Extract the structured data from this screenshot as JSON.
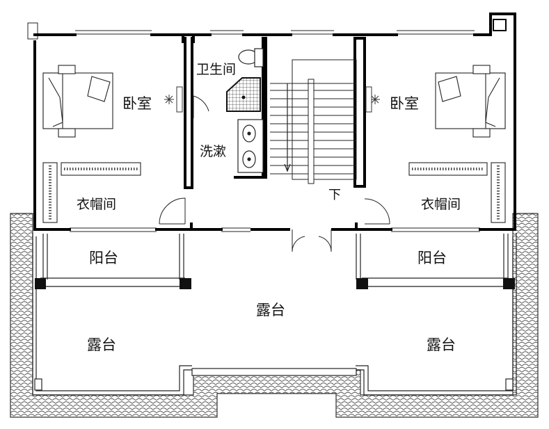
{
  "rooms": {
    "bedroom_left": "卧室",
    "bedroom_right": "卧室",
    "bathroom": "卫生间",
    "washroom": "洗漱",
    "closet_left": "衣帽间",
    "closet_right": "衣帽间",
    "stair_down": "下",
    "balcony_left": "阳台",
    "balcony_right": "阳台",
    "terrace_center": "露台",
    "terrace_left": "露台",
    "terrace_right": "露台"
  },
  "colors": {
    "wall": "#000000",
    "line": "#222222",
    "hatch": "#555555",
    "background": "#ffffff"
  },
  "icons": [
    "bed-icon",
    "toilet-icon",
    "shower-icon",
    "sink-icon",
    "wardrobe-icon",
    "door-swing-icon",
    "light-fixture-icon",
    "stair-icon"
  ]
}
